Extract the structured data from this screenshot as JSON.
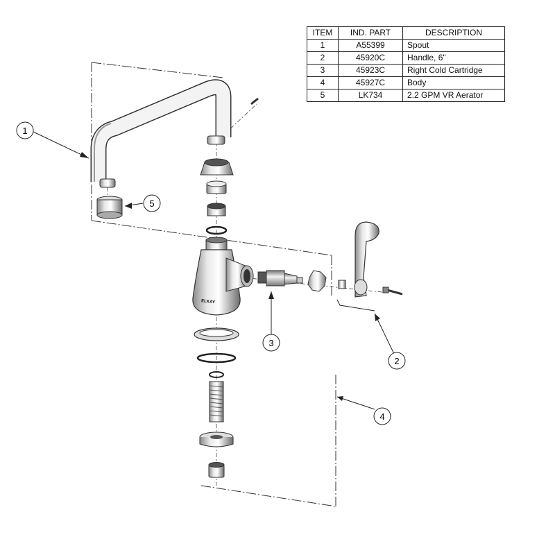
{
  "table": {
    "headers": [
      "ITEM",
      "IND. PART",
      "DESCRIPTION"
    ],
    "rows": [
      {
        "item": "1",
        "part": "A55399",
        "description": "Spout"
      },
      {
        "item": "2",
        "part": "45920C",
        "description": "Handle, 6\""
      },
      {
        "item": "3",
        "part": "45923C",
        "description": "Right Cold Cartridge"
      },
      {
        "item": "4",
        "part": "45927C",
        "description": "Body"
      },
      {
        "item": "5",
        "part": "LK734",
        "description": "2.2 GPM VR Aerator"
      }
    ]
  },
  "callouts": [
    "1",
    "2",
    "3",
    "4",
    "5"
  ],
  "body_logo": "ELKAY"
}
